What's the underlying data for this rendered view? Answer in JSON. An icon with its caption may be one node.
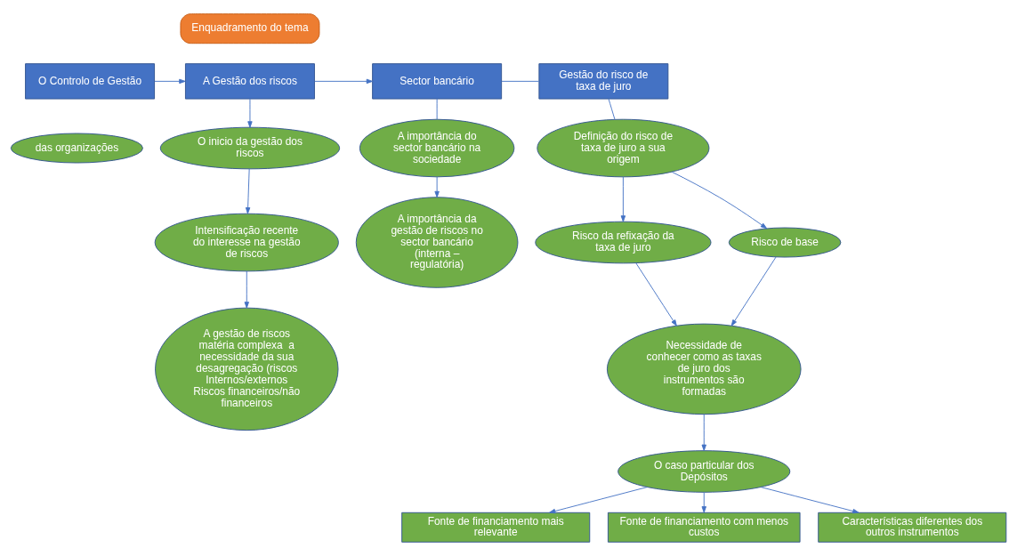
{
  "diagram": {
    "nodes": [
      {
        "text": [
          "Enquadramento do tema"
        ]
      },
      {
        "text": [
          "O Controlo de Gestão"
        ]
      },
      {
        "text": [
          "A Gestão dos riscos"
        ]
      },
      {
        "text": [
          "Sector bancário"
        ]
      },
      {
        "text": [
          "Gestão do risco de taxa de juro"
        ]
      },
      {
        "text": [
          "das organizações"
        ]
      },
      {
        "text": [
          "O inicio da gestão dos riscos"
        ]
      },
      {
        "text": [
          "Intensificação recente do interesse na gestão de riscos"
        ]
      },
      {
        "text": [
          "A gestão de riscos matéria complexa  a necessidade da sua desagregação (riscos Internos/externos Riscos financeiros/não financeiros"
        ]
      },
      {
        "text": [
          "A importância do sector bancário na sociedade"
        ]
      },
      {
        "text": [
          "A importância da gestão de riscos no sector bancário (interna – regulatória)"
        ]
      },
      {
        "text": [
          "Definição do risco de taxa de juro a sua origem"
        ]
      },
      {
        "text": [
          "Risco da refixação da taxa de juro"
        ]
      },
      {
        "text": [
          "Risco de base"
        ]
      },
      {
        "text": [
          "Necessidade de conhecer como as taxas de juro dos instrumentos são formadas"
        ]
      },
      {
        "text": [
          "O caso particular dos Depósitos"
        ]
      },
      {
        "text": [
          "Fonte de financiamento mais relevante"
        ]
      },
      {
        "text": [
          "Fonte de financiamento com menos custos"
        ]
      },
      {
        "text": [
          "Características diferentes dos outros instrumentos"
        ]
      }
    ],
    "edges": [
      {
        "from": 1,
        "to": 2,
        "arrow": "to"
      },
      {
        "from": 2,
        "to": 3,
        "arrow": "to"
      },
      {
        "from": 3,
        "to": 4,
        "arrow": "none"
      },
      {
        "from": 2,
        "to": 6,
        "arrow": "to"
      },
      {
        "from": 6,
        "to": 7,
        "arrow": "to"
      },
      {
        "from": 7,
        "to": 8,
        "arrow": "to"
      },
      {
        "from": 3,
        "to": 9,
        "arrow": "none"
      },
      {
        "from": 9,
        "to": 10,
        "arrow": "to"
      },
      {
        "from": 4,
        "to": 11,
        "arrow": "none"
      },
      {
        "from": 11,
        "to": 12,
        "arrow": "to"
      },
      {
        "from": 11,
        "to": 13,
        "arrow": "to"
      },
      {
        "from": 12,
        "to": 14,
        "arrow": "to"
      },
      {
        "from": 13,
        "to": 14,
        "arrow": "to"
      },
      {
        "from": 14,
        "to": 15,
        "arrow": "to"
      },
      {
        "from": 15,
        "to": 16,
        "arrow": "to"
      },
      {
        "from": 15,
        "to": 17,
        "arrow": "to"
      },
      {
        "from": 15,
        "to": 18,
        "arrow": "to"
      }
    ]
  }
}
